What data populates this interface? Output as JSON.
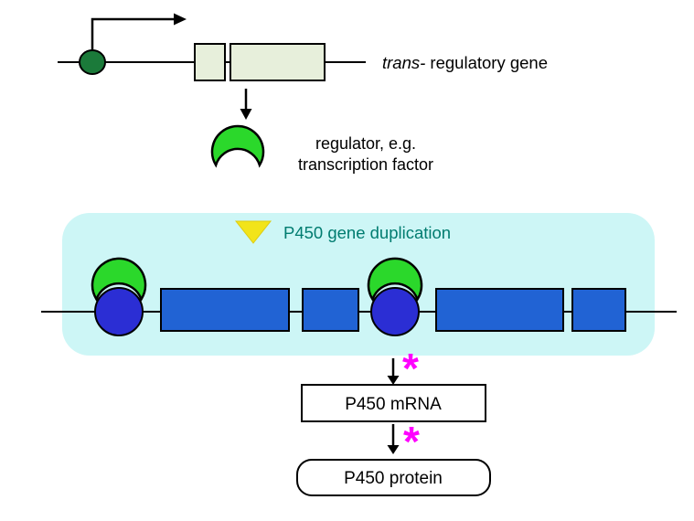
{
  "colors": {
    "promoter_oval_green": "#1b7a3a",
    "exon_pale_green": "#e7efdb",
    "regulator_green": "#2bd82b",
    "panel_cyan": "#cdf6f6",
    "triangle_yellow": "#f2e41a",
    "duplication_text_teal": "#007c70",
    "exon_blue": "#2163d4",
    "bound_circle_blue": "#2b2ed4",
    "asterisk_magenta": "#ff00ff",
    "outline_black": "#000000",
    "box_white": "#ffffff"
  },
  "trans_gene": {
    "label_italic": "trans-",
    "label_rest": " regulatory gene"
  },
  "regulator": {
    "label_line1": "regulator, e.g.",
    "label_line2": "transcription factor"
  },
  "duplication": {
    "label": "P450 gene duplication"
  },
  "expression": {
    "mrna_label": "P450 mRNA",
    "protein_label": "P450 protein",
    "asterisk": "*"
  }
}
